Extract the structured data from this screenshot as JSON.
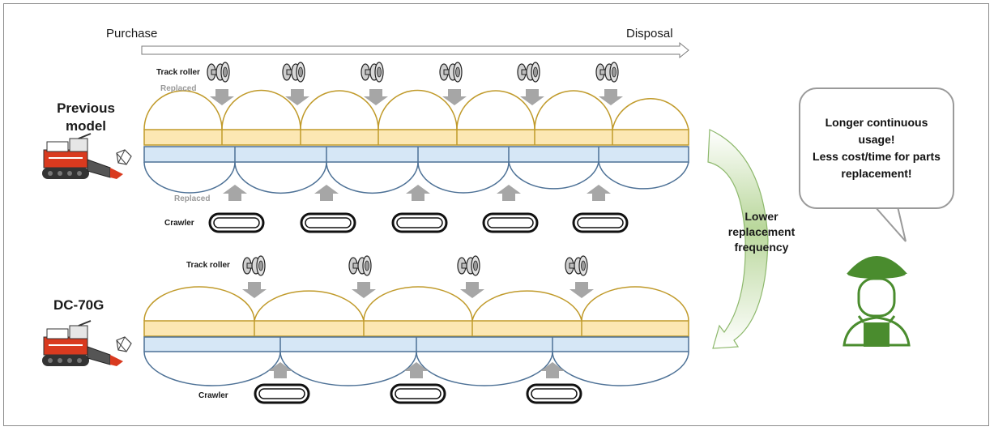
{
  "timeline": {
    "start_label": "Purchase",
    "end_label": "Disposal"
  },
  "previous_model": {
    "label": "Previous model",
    "track_roller_label": "Track roller",
    "roller_replaced_label": "Replaced",
    "crawler_label": "Crawler",
    "crawler_replaced_label": "Replaced"
  },
  "new_model": {
    "label": "DC-70G",
    "track_roller_label": "Track roller",
    "crawler_label": "Crawler"
  },
  "frequency_label": "Lower replacement frequency",
  "speech_bubble": {
    "lines": [
      "Longer continuous usage!",
      "Less cost/time for parts replacement!"
    ]
  },
  "colors": {
    "roller_arc": "#c09a2a",
    "roller_band": "#fce7b3",
    "crawler_arc": "#4d7196",
    "crawler_band": "#d6e7f6",
    "arrow_gray": "#a6a6a6",
    "curve_green": "#8db86c",
    "farmer_green": "#4a8c2e",
    "machine_red": "#d93a1f"
  },
  "icons": [
    "track-roller-icon",
    "crawler-icon",
    "combine-harvester-icon",
    "farmer-icon",
    "speech-bubble"
  ]
}
